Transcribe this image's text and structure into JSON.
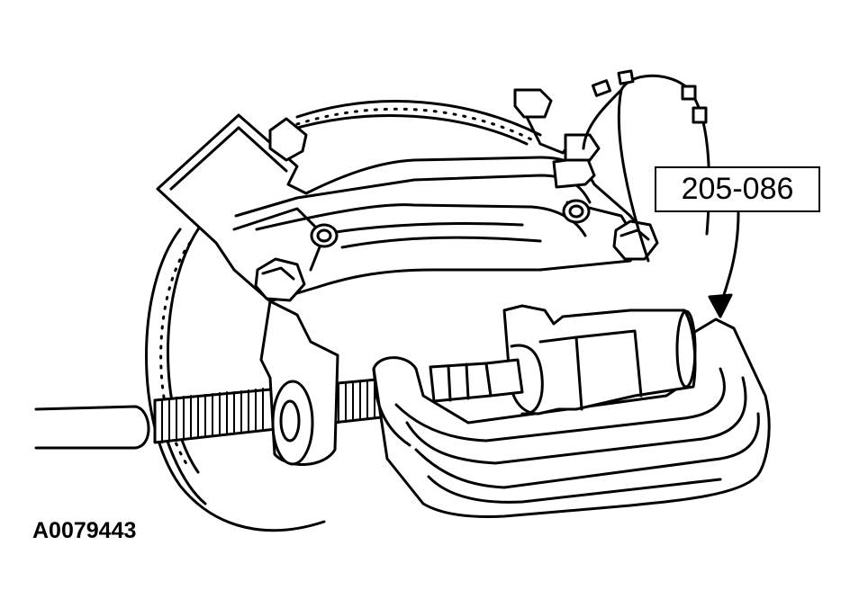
{
  "callout": {
    "label": "205-086"
  },
  "figure": {
    "id": "A0079443"
  },
  "colors": {
    "line": "#000000",
    "background": "#ffffff"
  },
  "parts": [
    "brake-rotor",
    "brake-caliper",
    "caliper-bolt-left",
    "caliper-bolt-right",
    "speed-sensor-cable",
    "c-frame-tool",
    "forcing-screw",
    "pressing-cup",
    "extension-rod"
  ]
}
